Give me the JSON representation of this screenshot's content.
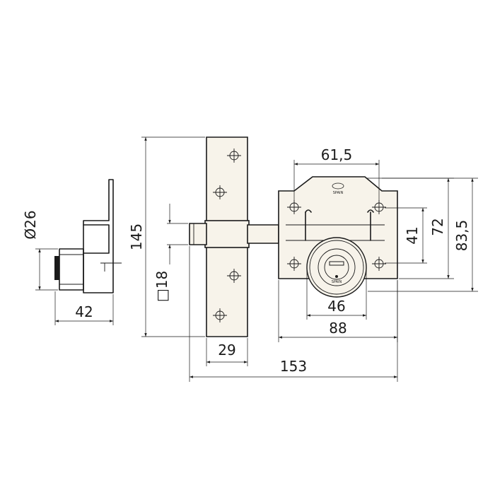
{
  "dimensions": {
    "diameter": "Ø26",
    "height_total": "145",
    "bolt_square": "□18",
    "side_depth": "42",
    "flange_width": "29",
    "overall_length": "153",
    "hole_spacing": "61,5",
    "cylinder_diameter": "46",
    "box_width": "88",
    "slot_height": "41",
    "box_height_inner": "72",
    "box_height_total": "83,5"
  },
  "marks": {
    "brand": "SPAIN",
    "cylinder_label": "SPAIN"
  }
}
